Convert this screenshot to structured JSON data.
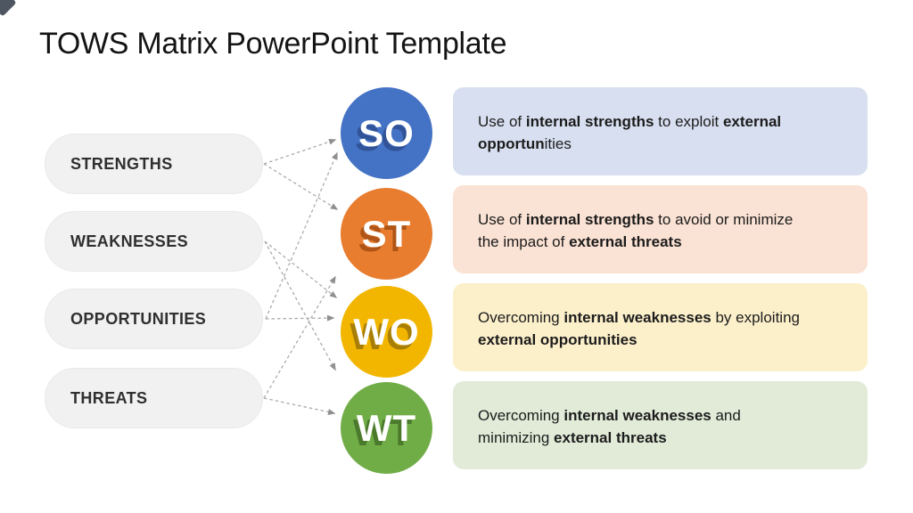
{
  "title": "TOWS Matrix PowerPoint Template",
  "factors": [
    {
      "id": "strengths",
      "label": "STRENGTHS"
    },
    {
      "id": "weaknesses",
      "label": "WEAKNESSES"
    },
    {
      "id": "opportunities",
      "label": "OPPORTUNITIES"
    },
    {
      "id": "threats",
      "label": "THREATS"
    }
  ],
  "strategies": [
    {
      "id": "so",
      "label": "SO",
      "circle_color": "#4472C4",
      "shadow_color": "#315397",
      "box_bg": "#D7DFF0",
      "segments": [
        {
          "text": "Use of ",
          "bold": false
        },
        {
          "text": "internal strengths",
          "bold": true
        },
        {
          "text": " to exploit ",
          "bold": false
        },
        {
          "text": "external\nopportun",
          "bold": true
        },
        {
          "text": "ities",
          "bold": false
        }
      ]
    },
    {
      "id": "st",
      "label": "ST",
      "circle_color": "#E87D2F",
      "shadow_color": "#AE5517",
      "box_bg": "#FAE2D4",
      "segments": [
        {
          "text": "Use of ",
          "bold": false
        },
        {
          "text": "internal strengths",
          "bold": true
        },
        {
          "text": " to avoid or minimize\nthe impact of ",
          "bold": false
        },
        {
          "text": "external threats",
          "bold": true
        }
      ]
    },
    {
      "id": "wo",
      "label": "WO",
      "circle_color": "#F2B600",
      "shadow_color": "#A87E06",
      "box_bg": "#FCF0CB",
      "segments": [
        {
          "text": "Overcoming ",
          "bold": false
        },
        {
          "text": "internal weaknesses",
          "bold": true
        },
        {
          "text": " by exploiting\n",
          "bold": false
        },
        {
          "text": "external opportunities",
          "bold": true
        }
      ]
    },
    {
      "id": "wt",
      "label": "WT",
      "circle_color": "#70AD47",
      "shadow_color": "#4C7A2D",
      "box_bg": "#E1EBD8",
      "segments": [
        {
          "text": "Overcoming ",
          "bold": false
        },
        {
          "text": "internal weaknesses",
          "bold": true
        },
        {
          "text": " and\nminimizing ",
          "bold": false
        },
        {
          "text": "external threats",
          "bold": true
        }
      ]
    }
  ],
  "connections": [
    {
      "from": "strengths",
      "to": "so"
    },
    {
      "from": "strengths",
      "to": "st"
    },
    {
      "from": "weaknesses",
      "to": "wo"
    },
    {
      "from": "weaknesses",
      "to": "wt"
    },
    {
      "from": "opportunities",
      "to": "so"
    },
    {
      "from": "opportunities",
      "to": "wo"
    },
    {
      "from": "threats",
      "to": "st"
    },
    {
      "from": "threats",
      "to": "wt"
    }
  ],
  "arrow_color": "#ababab",
  "arrowhead_color": "#8f8f8f"
}
